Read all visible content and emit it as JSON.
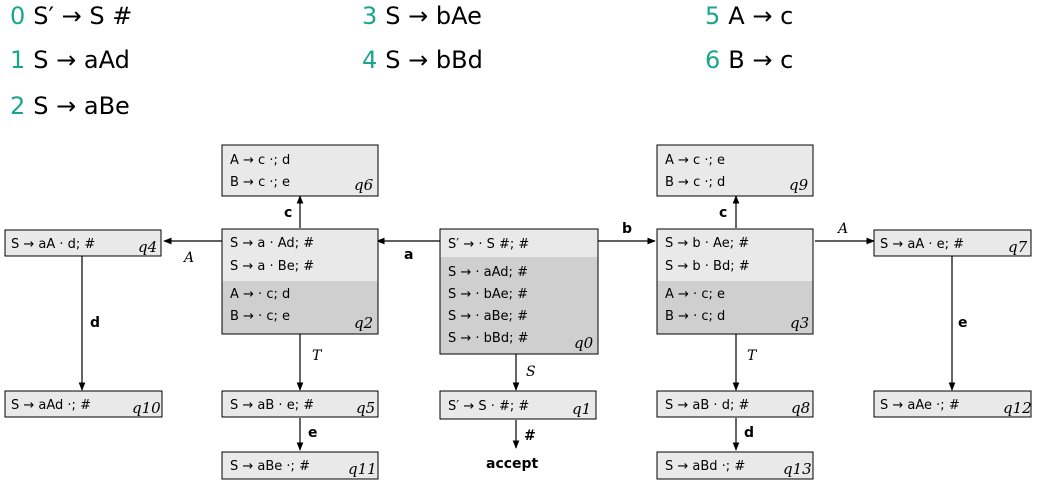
{
  "grammar": [
    {
      "num": "0",
      "rule": "S′ → S #"
    },
    {
      "num": "1",
      "rule": "S → aAd"
    },
    {
      "num": "2",
      "rule": "S → aBe"
    },
    {
      "num": "3",
      "rule": "S → bAe"
    },
    {
      "num": "4",
      "rule": "S → bBd"
    },
    {
      "num": "5",
      "rule": "A → c"
    },
    {
      "num": "6",
      "rule": "B → c"
    }
  ],
  "states": {
    "q0": {
      "label": "q0",
      "kernel": [
        "S′ → · S #; #"
      ],
      "closure": [
        "S → · aAd; #",
        "S → · bAe; #",
        "S → · aBe; #",
        "S → · bBd; #"
      ]
    },
    "q1": {
      "label": "q1",
      "kernel": [
        "S′ → S  · #; #"
      ],
      "closure": []
    },
    "q2": {
      "label": "q2",
      "kernel": [
        "S → a · Ad; #",
        "S → a · Be; #"
      ],
      "closure": [
        "A → · c; d",
        "B → · c; e"
      ]
    },
    "q3": {
      "label": "q3",
      "kernel": [
        "S → b · Ae; #",
        "S → b · Bd; #"
      ],
      "closure": [
        "A → · c; e",
        "B → · c; d"
      ]
    },
    "q4": {
      "label": "q4",
      "kernel": [
        "S → aA · d; #"
      ],
      "closure": []
    },
    "q5": {
      "label": "q5",
      "kernel": [
        "S → aB · e; #"
      ],
      "closure": []
    },
    "q6": {
      "label": "q6",
      "kernel": [
        "A → c ·; d",
        "B → c ·; e"
      ],
      "closure": []
    },
    "q7": {
      "label": "q7",
      "kernel": [
        "S → aA · e; #"
      ],
      "closure": []
    },
    "q8": {
      "label": "q8",
      "kernel": [
        "S → aB · d; #"
      ],
      "closure": []
    },
    "q9": {
      "label": "q9",
      "kernel": [
        "A → c ·; e",
        "B → c ·; d"
      ],
      "closure": []
    },
    "q10": {
      "label": "q10",
      "kernel": [
        "S → aAd ·; #"
      ],
      "closure": []
    },
    "q11": {
      "label": "q11",
      "kernel": [
        "S → aBe ·; #"
      ],
      "closure": []
    },
    "q12": {
      "label": "q12",
      "kernel": [
        "S → aAe ·; #"
      ],
      "closure": []
    },
    "q13": {
      "label": "q13",
      "kernel": [
        "S → aBd ·; #"
      ],
      "closure": []
    }
  },
  "edges": [
    {
      "from": "q0",
      "to": "q2",
      "label": "a"
    },
    {
      "from": "q0",
      "to": "q3",
      "label": "b"
    },
    {
      "from": "q0",
      "to": "q1",
      "label": "S"
    },
    {
      "from": "q1",
      "to": "accept",
      "label": "#"
    },
    {
      "from": "q2",
      "to": "q6",
      "label": "c"
    },
    {
      "from": "q2",
      "to": "q4",
      "label": "A"
    },
    {
      "from": "q2",
      "to": "q5",
      "label": "T"
    },
    {
      "from": "q4",
      "to": "q10",
      "label": "d"
    },
    {
      "from": "q5",
      "to": "q11",
      "label": "e"
    },
    {
      "from": "q3",
      "to": "q9",
      "label": "c"
    },
    {
      "from": "q3",
      "to": "q7",
      "label": "A"
    },
    {
      "from": "q3",
      "to": "q8",
      "label": "T"
    },
    {
      "from": "q7",
      "to": "q12",
      "label": "e"
    },
    {
      "from": "q8",
      "to": "q13",
      "label": "d"
    }
  ],
  "accept_label": "accept"
}
